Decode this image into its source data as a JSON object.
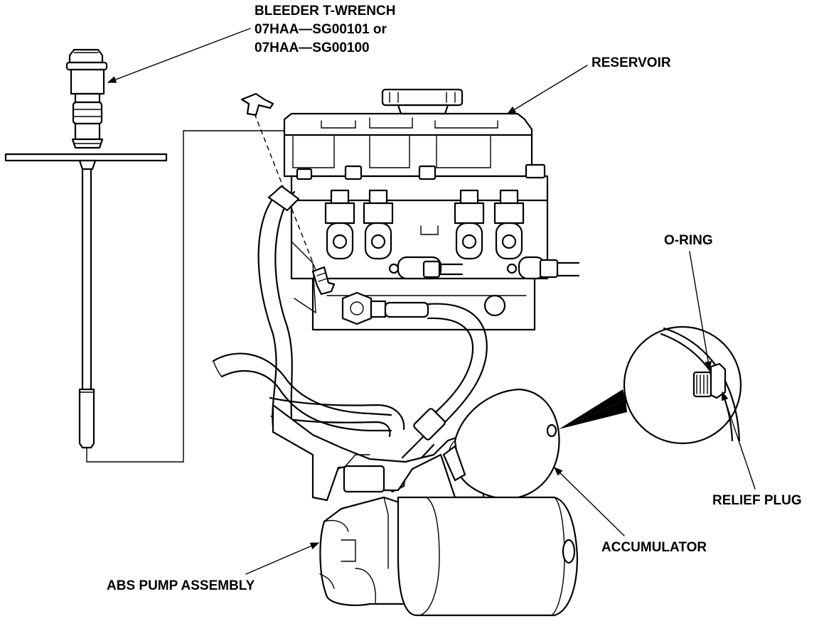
{
  "labels": {
    "bleeder_line1": "BLEEDER T-WRENCH",
    "bleeder_line2": "07HAA—SG00101  or",
    "bleeder_line3": "07HAA—SG00100",
    "reservoir": "RESERVOIR",
    "o_ring": "O-RING",
    "relief_plug": "RELIEF PLUG",
    "accumulator": "ACCUMULATOR",
    "abs_pump": "ABS PUMP ASSEMBLY"
  }
}
